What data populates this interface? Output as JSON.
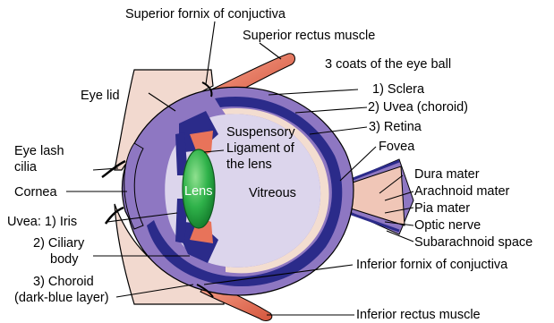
{
  "labels": {
    "superior_fornix": "Superior fornix of conjuctiva",
    "superior_rectus": "Superior rectus muscle",
    "coats_title": "3 coats of the eye ball",
    "eye_lid": "Eye lid",
    "sclera": "1) Sclera",
    "uvea_choroid": "2) Uvea (choroid)",
    "retina": "3) Retina",
    "suspensory_1": "Suspensory",
    "suspensory_2": "Ligament of",
    "suspensory_3": "the lens",
    "fovea": "Fovea",
    "eye_lash_1": "Eye lash",
    "eye_lash_2": "cilia",
    "dura_mater": "Dura mater",
    "arachnoid_mater": "Arachnoid mater",
    "cornea": "Cornea",
    "lens": "Lens",
    "vitreous": "Vitreous",
    "pia_mater": "Pia mater",
    "optic_nerve": "Optic nerve",
    "uvea_iris": "Uvea: 1) Iris",
    "subarachnoid_space": "Subarachnoid space",
    "ciliary_1": "2) Ciliary",
    "ciliary_2": "body",
    "inferior_fornix": "Inferior fornix of conjuctiva",
    "choroid_1": "3) Choroid",
    "choroid_2": "(dark-blue layer)",
    "inferior_rectus": "Inferior rectus muscle"
  },
  "colors": {
    "background": "#ffffff",
    "sclera": "#8e77c2",
    "choroid": "#2b2b8a",
    "retina": "#f3ddd0",
    "vitreous": "#dcd5ec",
    "lens": "#1e9e3a",
    "muscle": "#e8735a",
    "eyelid": "#f2d9cf",
    "optic_nerve": "#f0c6b7"
  }
}
